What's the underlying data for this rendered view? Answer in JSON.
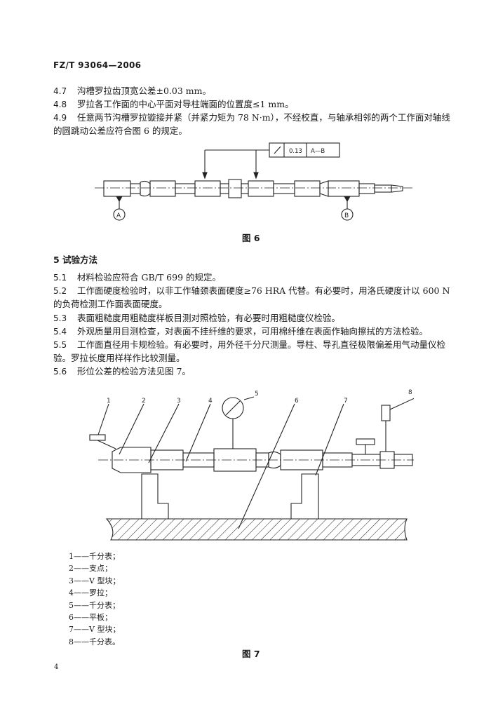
{
  "header": {
    "standard_no": "FZ/T 93064—2006"
  },
  "paragraphs": [
    {
      "num": "4.7",
      "text": "沟槽罗拉齿顶宽公差±0.03 mm。"
    },
    {
      "num": "4.8",
      "text": "罗拉各工作面的中心平面对导柱端面的位置度≤1 mm。"
    },
    {
      "num": "4.9",
      "text": "任意两节沟槽罗拉镟接并紧（并紧力矩为 78 N·m），不经校直，与轴承相邻的两个工作面对轴线"
    },
    {
      "num": "",
      "text": "的圆跳动公差应符合图 6 的规定。"
    }
  ],
  "fig6": {
    "tolerance_value": "0.13",
    "datum_ref": "A—B",
    "datum_a": "A",
    "datum_b": "B",
    "caption": "图 6"
  },
  "section5": {
    "title": "5   试验方法",
    "items": [
      {
        "num": "5.1",
        "text": "材料检验应符合 GB/T 699 的规定。"
      },
      {
        "num": "5.2",
        "text": "工作面硬度检验时，以非工作轴颈表面硬度≥76 HRA 代替。有必要时，用洛氏硬度计以 600 N"
      },
      {
        "num": "",
        "text": "的负荷检测工作面表面硬度。"
      },
      {
        "num": "5.3",
        "text": "表面粗糙度用粗糙度样板目测对照检验，有必要时用粗糙度仪检验。"
      },
      {
        "num": "5.4",
        "text": "外观质量用目测检查，对表面不挂纤维的要求，可用棉纤维在表面作轴向擦拭的方法检验。"
      },
      {
        "num": "5.5",
        "text": "工作面直径用卡规检验。有必要时，用外径千分尺测量。导柱、导孔直径极限偏差用气动量仪检"
      },
      {
        "num": "",
        "text": "验。罗拉长度用样样作比较测量。"
      },
      {
        "num": "5.6",
        "text": "形位公差的检验方法见图 7。"
      }
    ]
  },
  "fig7": {
    "callouts": [
      "1",
      "2",
      "3",
      "4",
      "5",
      "6",
      "7",
      "8"
    ],
    "legend": [
      "1——千分表；",
      "2——支点；",
      "3——V 型块；",
      "4——罗拉；",
      "5——千分表；",
      "6——平板；",
      "7——V 型块；",
      "8——千分表。"
    ],
    "caption": "图 7"
  },
  "page_number": "4"
}
